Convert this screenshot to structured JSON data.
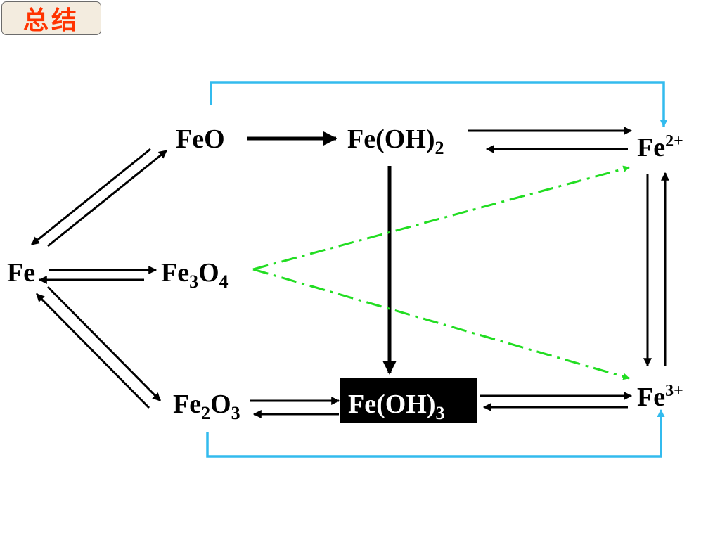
{
  "title": "总结",
  "colors": {
    "title_text": "#ff3300",
    "title_bg": "#f3ecdf",
    "arrow_black": "#000000",
    "arrow_blue": "#33bbee",
    "arrow_green": "#22dd22",
    "highlight_box": "#000000"
  },
  "species": {
    "fe": {
      "base": "Fe",
      "sub1": "",
      "base2": "",
      "sub2": "",
      "sup": ""
    },
    "feo": {
      "base": "FeO",
      "sub1": "",
      "base2": "",
      "sup": ""
    },
    "fe3o4": {
      "base": "Fe",
      "sub1": "3",
      "base2": "O",
      "sub2": "4"
    },
    "fe2o3": {
      "base": "Fe",
      "sub1": "2",
      "base2": "O",
      "sub2": "3"
    },
    "feoh2": {
      "base": "Fe(OH)",
      "sub1": "2"
    },
    "feoh3": {
      "base": "Fe(OH)",
      "sub1": "3"
    },
    "fe2plus": {
      "base": "Fe",
      "sup": "2+"
    },
    "fe3plus": {
      "base": "Fe",
      "sup": "3+"
    }
  }
}
